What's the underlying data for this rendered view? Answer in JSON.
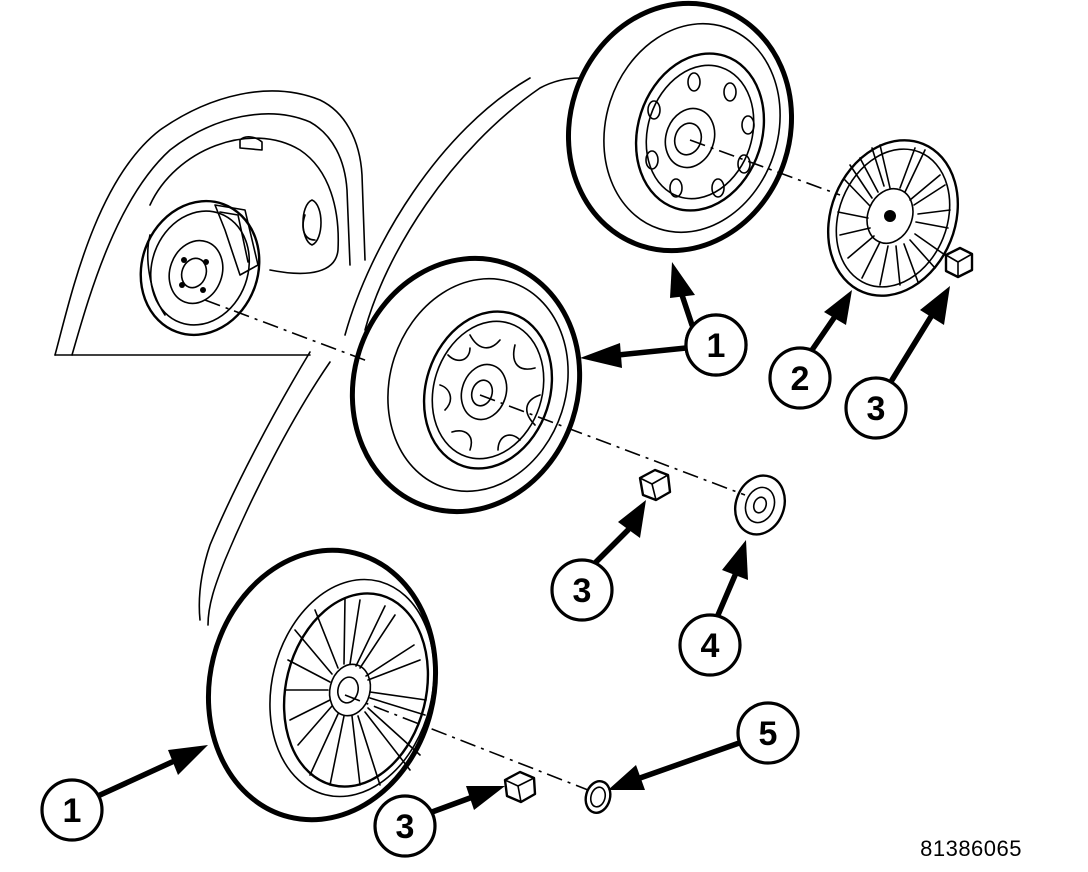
{
  "figure_id": "81386065",
  "callouts": [
    "1",
    "1",
    "1",
    "2",
    "3",
    "3",
    "3",
    "4",
    "5"
  ]
}
